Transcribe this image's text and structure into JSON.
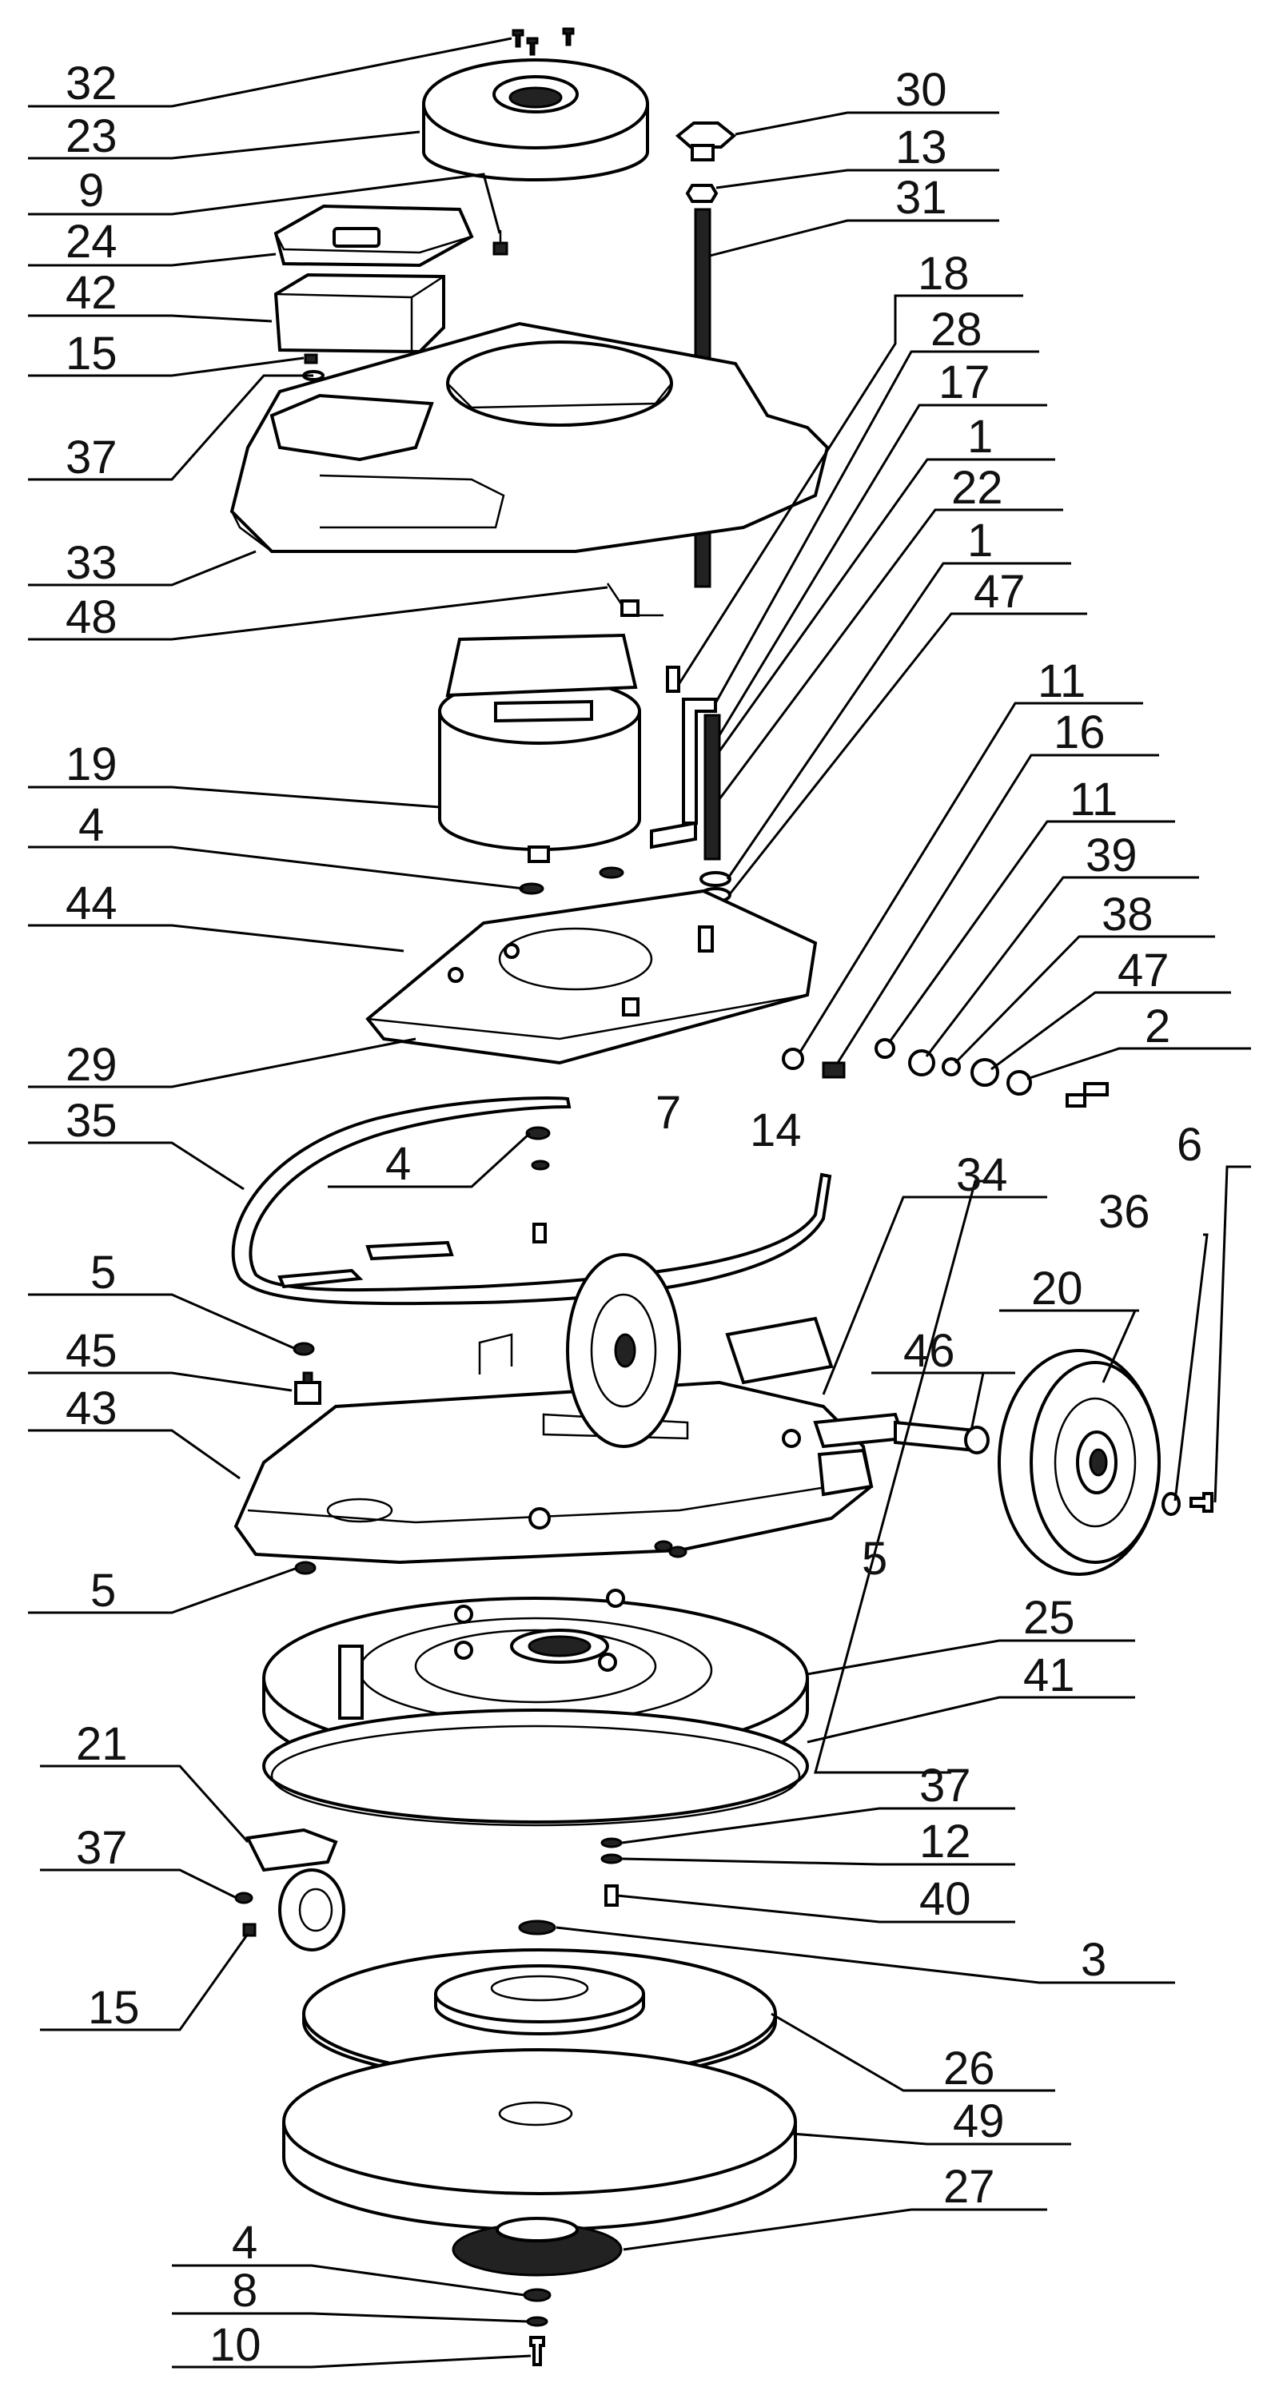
{
  "title": "",
  "labels": {
    "l32": "32",
    "l23": "23",
    "l9": "9",
    "l24": "24",
    "l42": "42",
    "l15a": "15",
    "l37a": "37",
    "l33": "33",
    "l48": "48",
    "l19": "19",
    "l4a": "4",
    "l44": "44",
    "l29": "29",
    "l35": "35",
    "l4b": "4",
    "l7": "7",
    "l14": "14",
    "l5a": "5",
    "l45": "45",
    "l43": "43",
    "l5b": "5",
    "l5c": "5",
    "l21": "21",
    "l37b": "37",
    "l15b": "15",
    "l4c": "4",
    "l8": "8",
    "l10": "10",
    "l30": "30",
    "l13": "13",
    "l31": "31",
    "l18": "18",
    "l28": "28",
    "l17": "17",
    "l1a": "1",
    "l22": "22",
    "l1b": "1",
    "l47a": "47",
    "l11a": "11",
    "l16": "16",
    "l11b": "11",
    "l39": "39",
    "l38": "38",
    "l47b": "47",
    "l2": "2",
    "l6": "6",
    "l36": "36",
    "l20": "20",
    "l34": "34",
    "l46": "46",
    "l25": "25",
    "l41": "41",
    "l37c": "37",
    "l12": "12",
    "l40": "40",
    "l3": "3",
    "l26": "26",
    "l49": "49",
    "l27": "27"
  }
}
